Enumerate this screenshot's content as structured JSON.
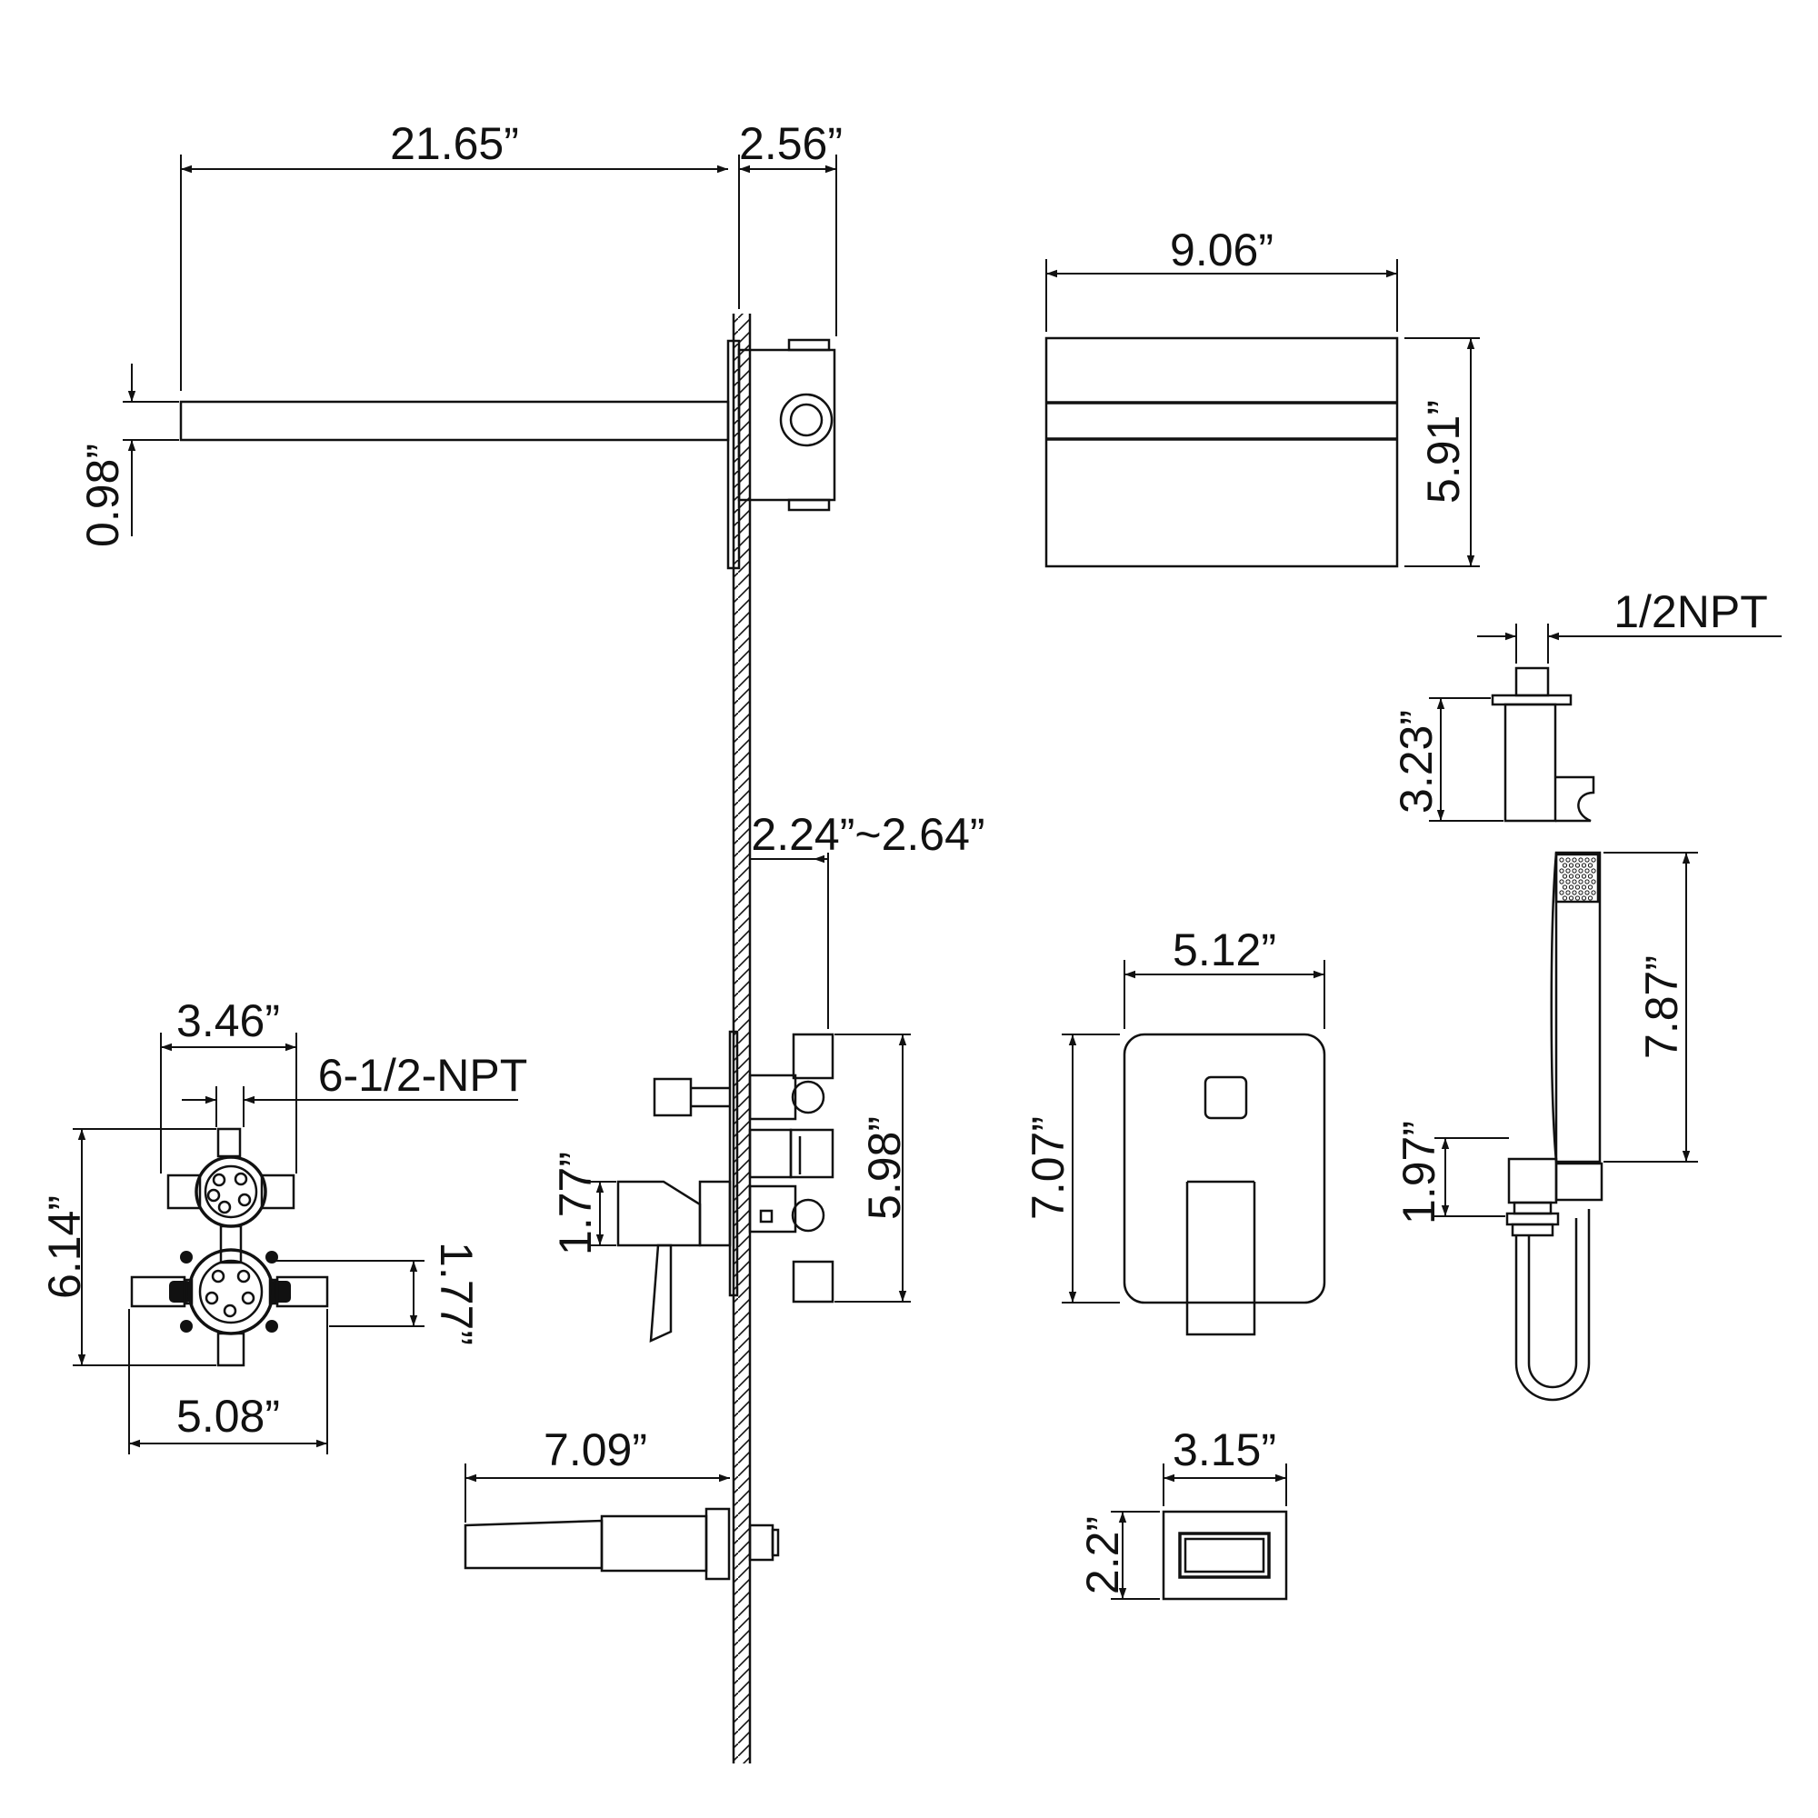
{
  "dimensions": {
    "arm_length": "21.65”",
    "arm_base_depth": "2.56”",
    "arm_height": "0.98”",
    "head_width": "9.06”",
    "head_height": "5.91”",
    "holder_thread": "1/2NPT",
    "holder_height": "3.23”",
    "valve_depth_range": "2.24”~2.64”",
    "rough_width": "3.46”",
    "rough_thread": "6-1/2-NPT",
    "rough_height": "6.14”",
    "rough_spacing": "1.77”",
    "rough_base_width": "5.08”",
    "handle_offset": "1.77”",
    "valve_body_height": "5.98”",
    "plate_width": "5.12”",
    "plate_height": "7.07”",
    "hand_shower_length": "7.87”",
    "hose_elbow_height": "1.97”",
    "spout_length": "7.09”",
    "outlet_width": "3.15”",
    "outlet_height": "2.2”"
  }
}
